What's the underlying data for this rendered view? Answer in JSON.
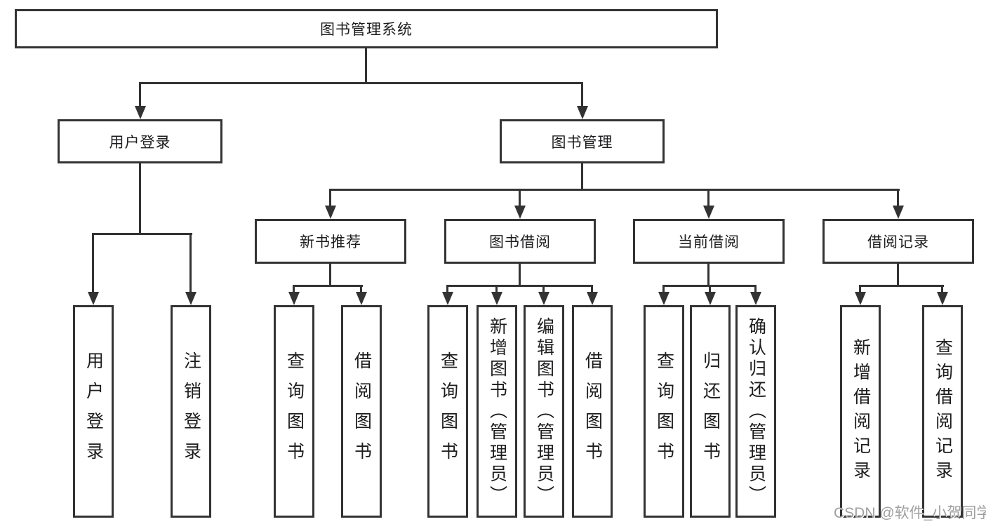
{
  "nodes": {
    "root": "图书管理系统",
    "level2": {
      "user_login": "用户登录",
      "book_mgmt": "图书管理"
    },
    "level3": {
      "new_book_rec": "新书推荐",
      "book_borrow": "图书借阅",
      "current_borrow": "当前借阅",
      "borrow_records": "借阅记录"
    },
    "leaves": {
      "user_login": "用户登录",
      "logout": "注销登录",
      "rec_query_books": "查询图书",
      "rec_borrow_books": "借阅图书",
      "bb_query_books": "查询图书",
      "bb_add_books": "新增图书（管理员）",
      "bb_edit_books": "编辑图书（管理员）",
      "bb_borrow_books": "借阅图书",
      "cb_query_books": "查询图书",
      "cb_return_books": "归还图书",
      "cb_confirm_return": "确认归还（管理员）",
      "br_add_record": "新增借阅记录",
      "br_query_record": "查询借阅记录"
    }
  },
  "watermark": "CSDN @软件_小贺同学",
  "colors": {
    "line": "#333333",
    "text": "#1d1d1f",
    "watermark": "#a0a0a0",
    "background": "#ffffff"
  }
}
